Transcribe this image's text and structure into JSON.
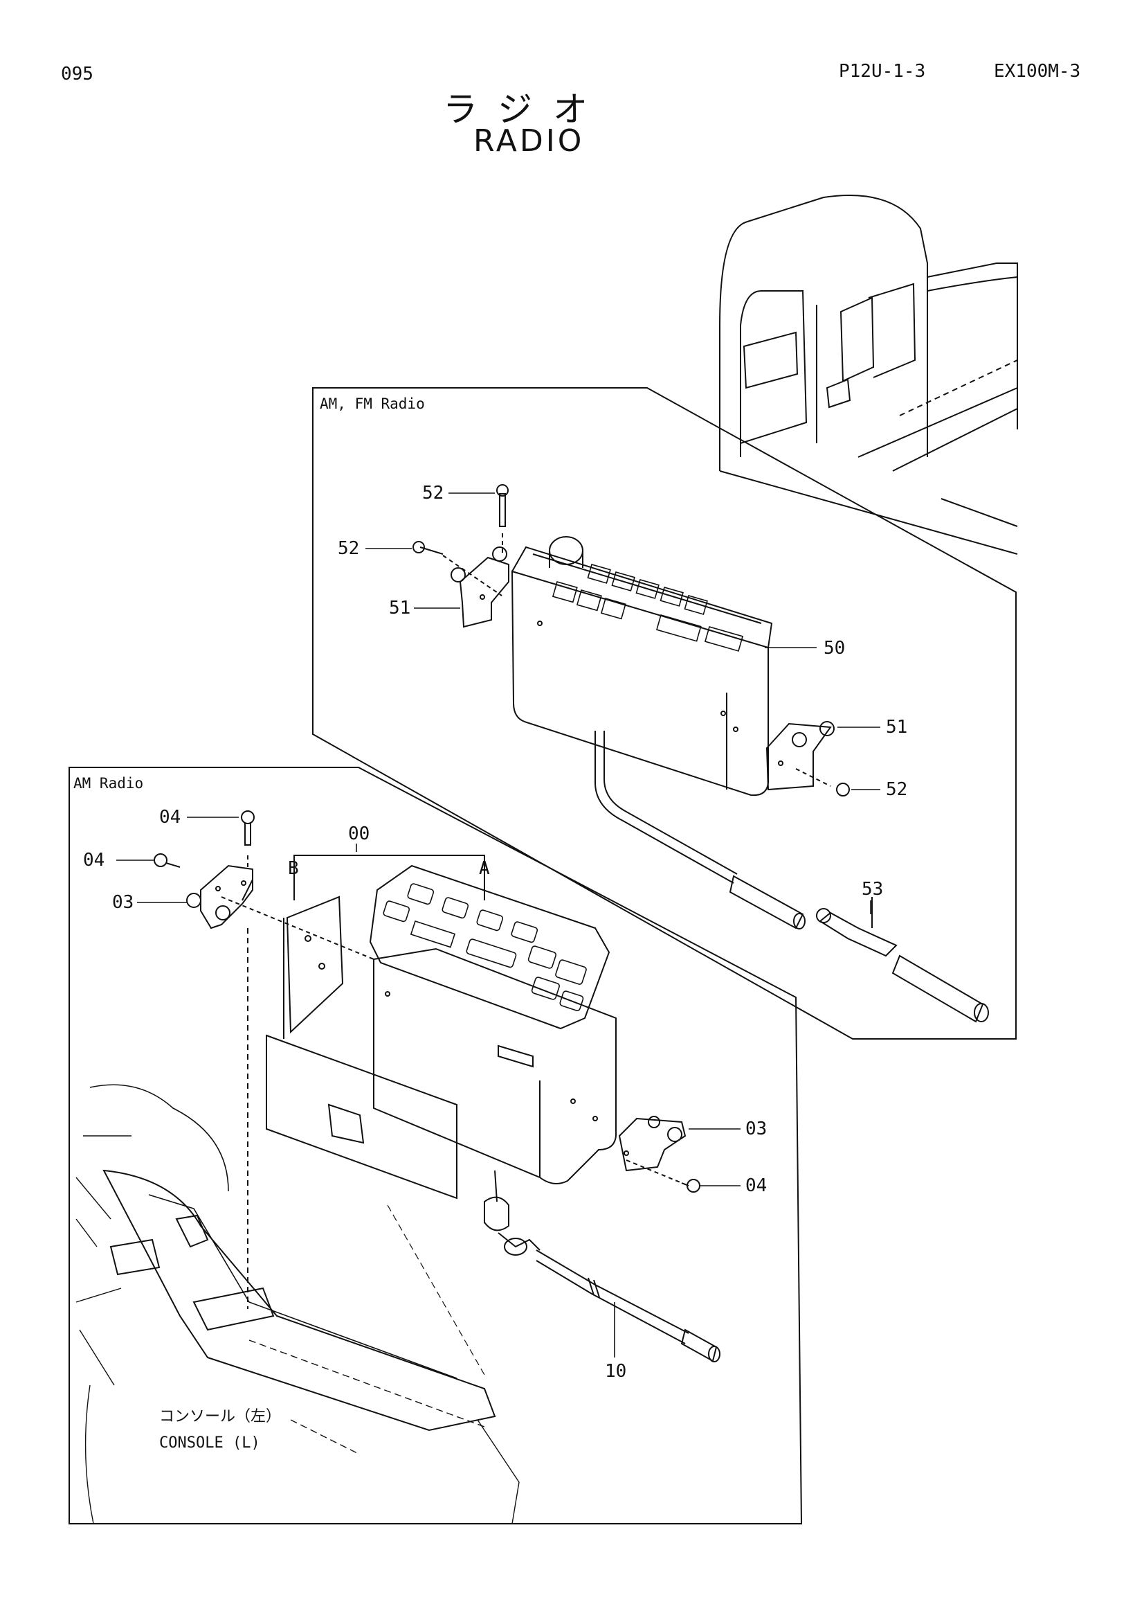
{
  "header": {
    "page_number": "095",
    "page_code": "P12U-1-3",
    "model": "EX100M-3"
  },
  "title": {
    "japanese": "ラジオ",
    "english": "RADIO"
  },
  "panels": {
    "am_fm": {
      "label": "AM, FM Radio"
    },
    "am": {
      "label": "AM Radio"
    }
  },
  "callouts": {
    "fm_screw_top": "52",
    "fm_screw_left": "52",
    "fm_bracket_left": "51",
    "fm_radio_unit": "50",
    "fm_bracket_right": "51",
    "fm_screw_right": "52",
    "fm_antenna": "53",
    "am_screw_top": "04",
    "am_screw_left": "04",
    "am_bracket_left": "03",
    "am_assembly": "00",
    "am_sub_b": "B",
    "am_sub_a": "A",
    "am_bracket_right": "03",
    "am_screw_right": "04",
    "am_antenna": "10"
  },
  "console_label": {
    "japanese": "コンソール（左）",
    "english": "CONSOLE (L)"
  }
}
